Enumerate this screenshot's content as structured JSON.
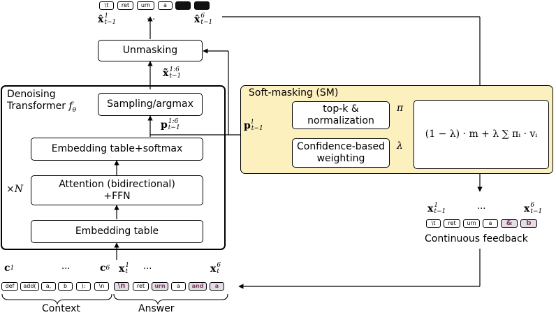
{
  "top_tokens": [
    "\\t",
    "ret",
    "urn",
    "a"
  ],
  "denoiser": {
    "title_line1": "Denoising",
    "title_line2": "Transformer",
    "f_symbol": "f",
    "f_sub": "θ",
    "repeat_label": "×N",
    "embedding": "Embedding table",
    "attention_line1": "Attention (bidirectional)",
    "attention_line2": "+FFN",
    "emb_softmax": "Embedding table+softmax",
    "sampling": "Sampling/argmax"
  },
  "unmasking": "Unmasking",
  "soft_masking": {
    "title": "Soft-masking (SM)",
    "topk_line1": "top-k &",
    "topk_line2": "normalization",
    "conf_line1": "Confidence-based",
    "conf_line2": "weighting",
    "formula": "(1 − λ) · m + λ ∑ πᵢ · vᵢ",
    "pi_label": "π",
    "lambda_label": "λ"
  },
  "math": {
    "xhat": "x̂",
    "xtilde": "x̃",
    "p": "p",
    "c": "c",
    "x": "x",
    "sup_1": "1",
    "sup_6": "6",
    "sup_1_6": "1:6",
    "sup_l": "l",
    "sub_t_minus_1": "t−1",
    "sub_t": "t",
    "ellipsis": "..."
  },
  "continuous_feedback": {
    "tokens": [
      "\\t",
      "ret",
      "urn",
      "a",
      "&",
      "b"
    ],
    "label": "Continuous feedback"
  },
  "context_tokens": [
    "def",
    "add(",
    "a,",
    "b",
    "):",
    "\\n"
  ],
  "answer_tokens": [
    "\\n",
    "ret",
    "urn",
    "a",
    "and",
    "a"
  ],
  "labels": {
    "context": "Context",
    "answer": "Answer"
  },
  "colors": {
    "sm_fill": "#fdf0bf",
    "sm_border": "#e0bc4f",
    "mask_token": "#111111",
    "mixed_token": "#e4dde6"
  }
}
